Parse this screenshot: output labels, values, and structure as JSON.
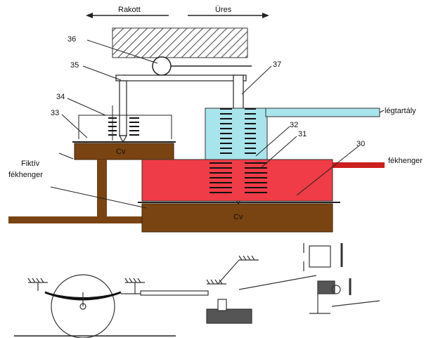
{
  "direction": {
    "left_label": "Rakott",
    "right_label": "Üres"
  },
  "part_numbers": {
    "n30": "30",
    "n31": "31",
    "n32": "32",
    "n33": "33",
    "n34": "34",
    "n35": "35",
    "n36": "36",
    "n37": "37"
  },
  "labels": {
    "legtartaly": "légtartály",
    "fekhenger": "fékhenger",
    "fiktiv_line1": "Fiktív",
    "fiktiv_line2": "fékhenger",
    "cv_small": "Cv",
    "cv_large": "Cv"
  },
  "colors": {
    "brown": "#7a4412",
    "red": "#f03c46",
    "cyan": "#a8e4ec",
    "pipe_red": "#cc1f1f"
  }
}
